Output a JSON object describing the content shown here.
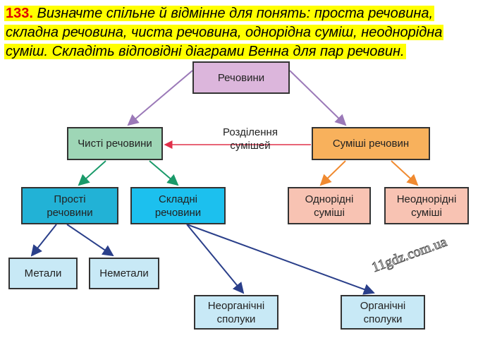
{
  "task": {
    "number": "133.",
    "text": "Визначте спільне й відмінне для понять: проста речовина, складна речовина, чиста речовина, однорідна суміш, неоднорідна суміш. Складіть відповідні діаграми Венна для пар речовин."
  },
  "diagram": {
    "root": "Речовини",
    "pure": "Чисті речовини",
    "mixtures": "Суміші речовин",
    "separation_label": "Розділення сумішей",
    "simple": "Прості речовини",
    "complex": "Складні речовини",
    "homogeneous": "Однорідні суміші",
    "heterogeneous": "Неоднорідні суміші",
    "metals": "Метали",
    "nonmetals": "Неметали",
    "inorganic": "Неорганічні сполуки",
    "organic": "Органічні сполуки"
  },
  "colors": {
    "root": "#dcb6dc",
    "pure": "#9ed6b6",
    "mixtures": "#f8b15c",
    "simple": "#22b2d6",
    "complex": "#1cc0ee",
    "mix_children": "#f8c3b3",
    "leaf": "#c8e9f6",
    "purple": "#9b79b8",
    "green": "#1a9a6a",
    "orange": "#f08a30",
    "red": "#e0304a",
    "navy": "#2a3f8a"
  },
  "watermark": "11gdz.com.ua"
}
